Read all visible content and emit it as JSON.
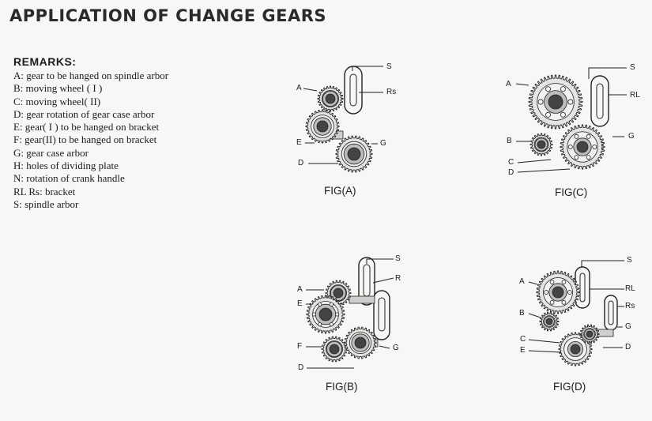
{
  "title": "APPLICATION OF CHANGE GEARS",
  "remarks": {
    "heading": "REMARKS:",
    "items": [
      "A: gear to be hanged on spindle arbor",
      "B: moving wheel ( I )",
      "C: moving wheel( II)",
      "D: gear rotation of gear case arbor",
      "E: gear( I ) to be hanged on bracket",
      "F: gear(II) to be hanged on bracket",
      "G: gear case arbor",
      "H: holes of dividing plate",
      "N: rotation of crank handle",
      "RL Rs: bracket",
      "S: spindle arbor"
    ]
  },
  "figures": {
    "a": {
      "caption": "FIG(A)",
      "labels": {
        "a": "A",
        "e": "E",
        "d": "D",
        "s": "S",
        "rs": "Rs",
        "g": "G"
      }
    },
    "b": {
      "caption": "FIG(B)",
      "labels": {
        "a": "A",
        "e": "E",
        "f": "F",
        "d": "D",
        "s": "S",
        "r": "R",
        "g": "G"
      }
    },
    "c": {
      "caption": "FIG(C)",
      "labels": {
        "a": "A",
        "b": "B",
        "c": "C",
        "d": "D",
        "s": "S",
        "rl": "RL",
        "g": "G"
      }
    },
    "d": {
      "caption": "FIG(D)",
      "labels": {
        "a": "A",
        "b": "B",
        "c": "C",
        "e": "E",
        "s": "S",
        "rl": "RL",
        "rs": "Rs",
        "g": "G",
        "d": "D"
      }
    }
  }
}
